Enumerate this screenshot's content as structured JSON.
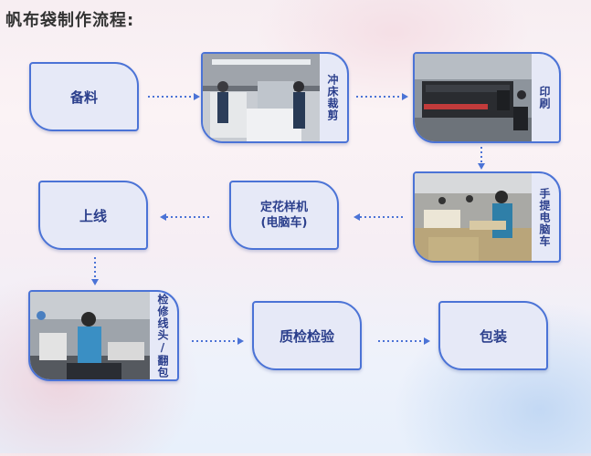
{
  "title": "帆布袋制作流程:",
  "steps": {
    "s1": "备料",
    "s2": "冲床裁剪",
    "s3": "印刷",
    "s4": "手提电脑车",
    "s5_line1": "定花样机",
    "s5_line2": "(电脑车)",
    "s6": "上线",
    "s7": "检修线头/翻包",
    "s8": "质检检验",
    "s9": "包装"
  },
  "colors": {
    "accent": "#4b73d6",
    "node_fill": "#e6e9f7",
    "text": "#2b3f8c"
  }
}
